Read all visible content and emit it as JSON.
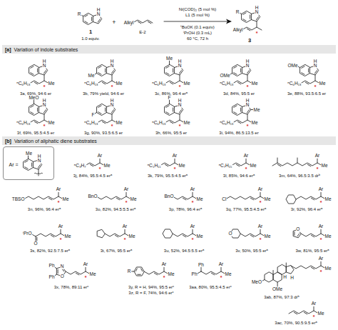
{
  "diagram": {
    "nodes": [
      {
        "text": [
          "[a]",
          "Variation of indole substrates"
        ]
      },
      {
        "text": [
          "[b]",
          "Variation of aliphatic diene substrates"
        ]
      },
      {
        "text": [
          "Ar =",
          "Me",
          "N",
          "H"
        ]
      }
    ],
    "labels": [
      "R",
      "N",
      "H",
      "1",
      "1.0 equiv.",
      "+",
      "Alkyl",
      "E-2",
      "Ni(COD)₂ (5 mol %)",
      "L1 (5 mol %)",
      "ᵗBuOK (0.1 equiv)",
      "ⁱPrOH (0.3 mL)",
      "60 °C, 72 h",
      "R",
      "N",
      "H",
      "Alkyl",
      "*",
      "3",
      "ⁿC₆H₁₃",
      "N",
      "H",
      "Me",
      "*",
      "3a, 69%, 94:6 er",
      "ⁿC₆H₁₃",
      "Me",
      "N",
      "H",
      "Me",
      "*",
      "3b, 79% yield, 94:6 er",
      "ⁿC₆H₁₃",
      "Me",
      "N",
      "H",
      "Me",
      "*",
      "3c, 86%, 96:4 erᵃ",
      "ⁿC₆H₁₃",
      "OMe",
      "N",
      "H",
      "Me",
      "*",
      "3d, 84%, 95:5 er",
      "ⁿC₆H₁₃",
      "OMe",
      "N",
      "H",
      "Me",
      "*",
      "3e, 88%, 93.5:6.5 er",
      "ⁿC₆H₁₃",
      "MeO",
      "N",
      "H",
      "Me",
      "*",
      "3f, 69%, 95.5:4.5 er",
      "ⁿC₆H₁₃",
      "F",
      "N",
      "H",
      "Me",
      "*",
      "3g, 90%, 93.5:6.5 er",
      "ⁿC₆H₁₃",
      "F",
      "N",
      "H",
      "Me",
      "*",
      "3h, 66%, 95:5 er",
      "ⁿC₆H₁₃",
      "Me",
      "N",
      "H",
      "Me",
      "*",
      "3i, 94%, 86.5:13.5 er",
      "ⁿC₃H₇",
      "Ar",
      "Me",
      "*",
      "3j, 84%, 95.5:4.5 erᵃ",
      "ⁿC₅H₁₁",
      "Ar",
      "Me",
      "*",
      "3k, 79%, 95.5:4.5 erᵃ",
      "ⁿC₇H₁₅",
      "Ar",
      "Me",
      "*",
      "3l, 85%, 94:6 erᵃ",
      "Ar",
      "Me",
      "*",
      "3m, 64%, 96.5:3.5 drᵇ",
      "TBSO",
      "Ar",
      "Me",
      "*",
      "3n, 96%, 96:4 erᵃ",
      "BnO",
      "Ar",
      "Me",
      "*",
      "3o, 82%, 94.5:5.5 erᵃ",
      "BnO",
      "Ar",
      "Me",
      "*",
      "3p, 78%, 96:4 erᵃ",
      "Cl",
      "Ar",
      "Me",
      "*",
      "3q, 77%, 95.5:4.5 erᵃ",
      "Ar",
      "Me",
      "*",
      "3r, 92%, 96:4 erᵃ",
      "ⁱPrO",
      "O",
      "Ar",
      "Me",
      "*",
      "3s, 82%, 92.5:7.5 erᵃ",
      "Ar",
      "Me",
      "*",
      "3t, 67%, 95:5 erᵃ",
      "Ar",
      "Me",
      "*",
      "3u, 52%, 94.5:5.5 erᵃ",
      "O",
      "Ar",
      "Me",
      "*",
      "3v, 50%, 95:5 erᵃ",
      "O",
      "Ar",
      "Me",
      "*",
      "3w, 81%, 95:5 erᵃ",
      "Ph",
      "Ph",
      "N",
      "O",
      "Ar",
      "Me",
      "*",
      "3x, 78%, 89:11 erᶜ",
      "R",
      "Ar",
      "Me",
      "*",
      "3y, R = H, 94%, 95:5 erᶜ",
      "3z, R = F, 74%, 94:6 erᶜ",
      "Ph",
      "Ph",
      "Ar",
      "Me",
      "*",
      "3aa, 80%, 95.5:4.5 erᶜ",
      "MeO",
      "OMe",
      "H",
      "H",
      "Ar",
      "Me",
      "*",
      "3ab, 87%, 97:3 drᵇ",
      "Ar",
      "Me",
      "*",
      "3ac, 70%, 90.5:9.5 erᵃ"
    ]
  }
}
